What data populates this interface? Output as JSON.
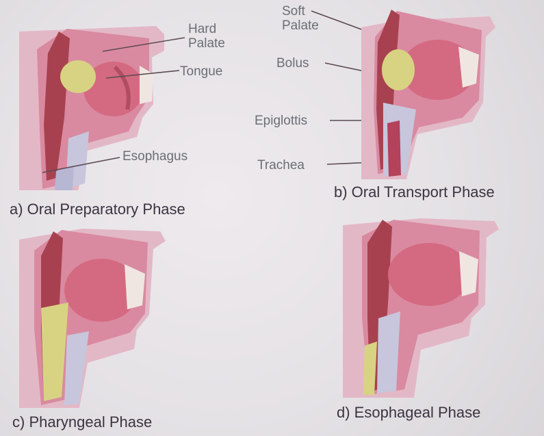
{
  "panels": [
    {
      "caption": "a) Oral Preparatory Phase",
      "labels": {
        "hard_palate_line1": "Hard",
        "hard_palate_line2": "Palate",
        "tongue": "Tongue",
        "esophagus": "Esophagus"
      }
    },
    {
      "caption": "b) Oral Transport Phase",
      "labels": {
        "soft_palate_line1": "Soft",
        "soft_palate_line2": "Palate",
        "bolus": "Bolus",
        "epiglottis": "Epiglottis",
        "trachea": "Trachea"
      }
    },
    {
      "caption": "c) Pharyngeal Phase"
    },
    {
      "caption": "d) Esophageal Phase"
    }
  ],
  "colors": {
    "tissue_pink": "#d9889c",
    "tongue_pink": "#d4697f",
    "dark_red": "#a13a4c",
    "bolus_yellow": "#d8d383",
    "airway_blue": "#c8c7dc",
    "background": "#e6e3e5"
  }
}
